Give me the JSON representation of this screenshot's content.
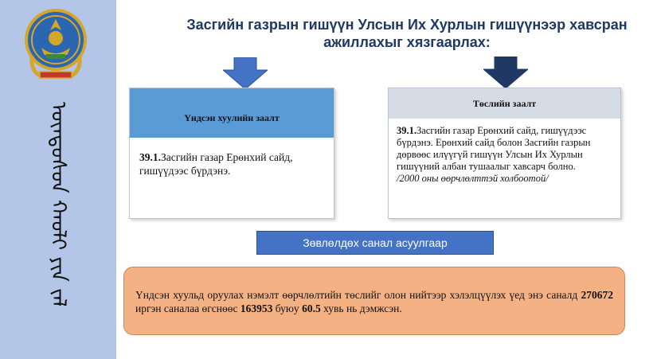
{
  "slide": {
    "title": "Засгийн газрын гишүүн Улсын Их Хурлын гишүүнээр хавсран ажиллахыг хязгаарлах:"
  },
  "sidebar": {
    "vertical_text": "ᠦᠨᠳᠦᠰᠦᠨ ᠬᠠᠤᠯᠢ ᠶᠢᠨ ᠵᠠᠯᠠᠲᠠ"
  },
  "left_box": {
    "header": "Үндсэн хуулийн заалт",
    "article": "39.1.",
    "text": "Засгийн газар Ерөнхий сайд, гишүүдээс бүрдэнэ."
  },
  "right_box": {
    "header": "Төслийн заалт",
    "article": "39.1.",
    "text": "Засгийн газар Ерөнхий сайд, гишүүдээс бүрдэнэ. Ерөнхий сайд болон Засгийн газрын дөрвөөс илүүгүй гишүүн Улсын Их Хурлын гишүүний албан тушаалыг хавсарч болно.",
    "note": "/2000 оны өөрчлөлттэй холбоотой/"
  },
  "survey_button": {
    "label": "Зөвлөлдөх санал асуулгаар"
  },
  "result": {
    "text_1": "Үндсэн хуульд оруулах нэмэлт өөрчлөлтийн төслийг олон нийтээр хэлэлцүүлэх үед энэ саналд ",
    "count_total": "270672",
    "text_2": " иргэн саналаа өгснөөс ",
    "count_support": "163953",
    "text_3": " буюу ",
    "percent": "60.5",
    "text_4": " хувь нь дэмжсэн."
  },
  "colors": {
    "sidebar": "#b4c6e7",
    "title": "#1f3864",
    "left_header": "#5b9bd5",
    "right_header": "#d6dce5",
    "button": "#4472c4",
    "result_box": "#f4b183"
  },
  "icons": [
    "state-emblem-icon",
    "arrow-down-icon"
  ]
}
